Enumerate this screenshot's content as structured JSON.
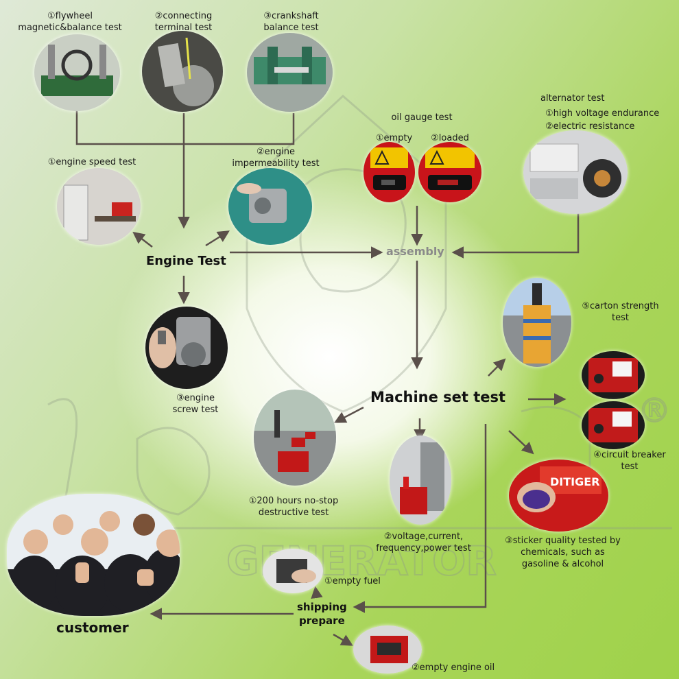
{
  "nodes": {
    "engine_test": "Engine Test",
    "assembly": "assembly",
    "machine_set_test": "Machine set test",
    "shipping_prepare_1": "shipping",
    "shipping_prepare_2": "prepare",
    "customer": "customer"
  },
  "engine_parts": {
    "flywheel_1": "①flywheel",
    "flywheel_2": "magnetic&balance test",
    "connecting_1": "②connecting",
    "connecting_2": "terminal test",
    "crankshaft_1": "③crankshaft",
    "crankshaft_2": "balance test"
  },
  "engine_tests": {
    "speed": "①engine speed test",
    "imperm_1": "②engine",
    "imperm_2": "impermeability test",
    "screw_1": "③engine",
    "screw_2": "screw test"
  },
  "oil_gauge": {
    "title": "oil gauge test",
    "empty": "①empty",
    "loaded": "②loaded"
  },
  "alternator": {
    "title": "alternator test",
    "item1": "①high voltage endurance",
    "item2": "②electric resistance"
  },
  "machine_tests": {
    "hours_1": "①200 hours no-stop",
    "hours_2": "destructive test",
    "voltage_1": "②voltage,current,",
    "voltage_2": "frequency,power test",
    "sticker_1": "③sticker quality tested by",
    "sticker_2": "chemicals, such as",
    "sticker_3": "gasoline & alcohol",
    "breaker_1": "④circuit breaker",
    "breaker_2": "test",
    "carton_1": "⑤carton strength",
    "carton_2": "test"
  },
  "shipping": {
    "fuel": "①empty fuel",
    "oil": "②empty engine oil"
  },
  "watermark": {
    "brand": "GENERATOR",
    "mark": "®"
  },
  "colors": {
    "arrow": "#5a4f4a",
    "accent_red": "#cc1f1f",
    "warning_yellow": "#f2c400"
  }
}
